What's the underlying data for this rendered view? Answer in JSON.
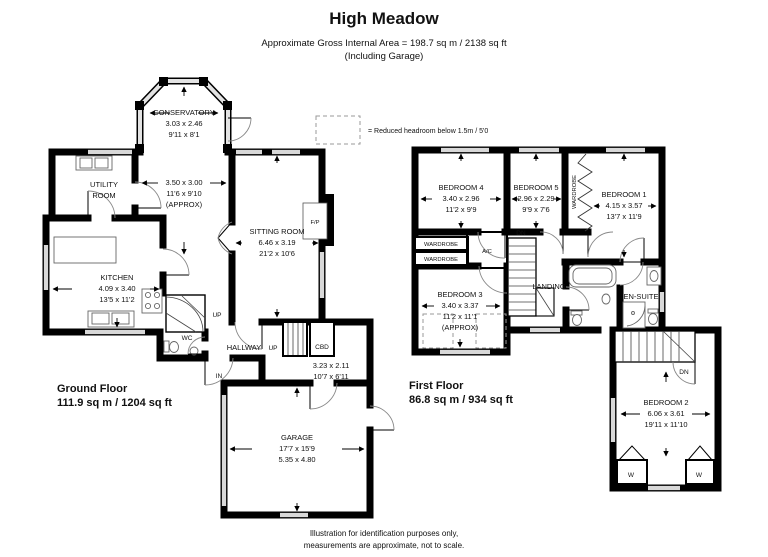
{
  "header": {
    "title": "High Meadow",
    "subtitle": "Approximate Gross Internal Area =  198.7 sq m / 2138 sq ft",
    "subtitle2": "(Including Garage)"
  },
  "legend": {
    "text": "= Reduced headroom below 1.5m / 5'0"
  },
  "floors": {
    "ground": {
      "name": "Ground Floor",
      "area": "111.9 sq m / 1204 sq ft"
    },
    "first": {
      "name": "First Floor",
      "area": "86.8 sq m / 934 sq ft"
    }
  },
  "rooms": {
    "conservatory": {
      "name": "CONSERVATORY",
      "metric": "3.03 x 2.46",
      "imperial": "9'11 x 8'1"
    },
    "dining": {
      "metric": "3.50 x 3.00",
      "imperial": "11'6 x 9'10",
      "note": "(APPROX)"
    },
    "utility": {
      "line1": "UTILITY",
      "line2": "ROOM"
    },
    "kitchen": {
      "name": "KITCHEN",
      "metric": "4.09 x 3.40",
      "imperial": "13'5 x 11'2"
    },
    "sitting": {
      "name": "SITTING ROOM",
      "metric": "6.46 x 3.19",
      "imperial": "21'2 x 10'6"
    },
    "hallway": {
      "name": "HALLWAY"
    },
    "lobby": {
      "metric": "3.23 x 2.11",
      "imperial": "10'7 x 6'11"
    },
    "garage": {
      "name": "GARAGE",
      "imperial": "17'7 x 15'9",
      "metric": "5.35 x 4.80"
    },
    "bedroom1": {
      "name": "BEDROOM 1",
      "metric": "4.15 x 3.57",
      "imperial": "13'7 x 11'9"
    },
    "bedroom2": {
      "name": "BEDROOM 2",
      "metric": "6.06 x 3.61",
      "imperial": "19'11 x 11'10"
    },
    "bedroom3": {
      "name": "BEDROOM 3",
      "metric": "3.40 x 3.37",
      "imperial": "11'2 x 11'1",
      "note": "(APPROX)"
    },
    "bedroom4": {
      "name": "BEDROOM 4",
      "metric": "3.40 x 2.96",
      "imperial": "11'2 x 9'9"
    },
    "bedroom5": {
      "name": "BEDROOM 5",
      "metric": "2.96 x 2.29",
      "imperial": "9'9 x 7'6"
    },
    "ensuite": {
      "name": "EN-SUITE"
    },
    "landing": {
      "name": "LANDING"
    }
  },
  "tags": {
    "fp": "F/P",
    "up": "UP",
    "dn": "DN",
    "wc": "WC",
    "cbd": "CBD",
    "in": "IN",
    "ac": "A/C",
    "wardrobe": "WARDROBE",
    "w": "W"
  },
  "footer": {
    "line1": "Illustration for identification purposes only,",
    "line2": "measurements are approximate, not to scale."
  },
  "colors": {
    "wall": "#000000",
    "window": "#d8d8d8",
    "reduced_headroom_dash": "#9a9a9a"
  }
}
